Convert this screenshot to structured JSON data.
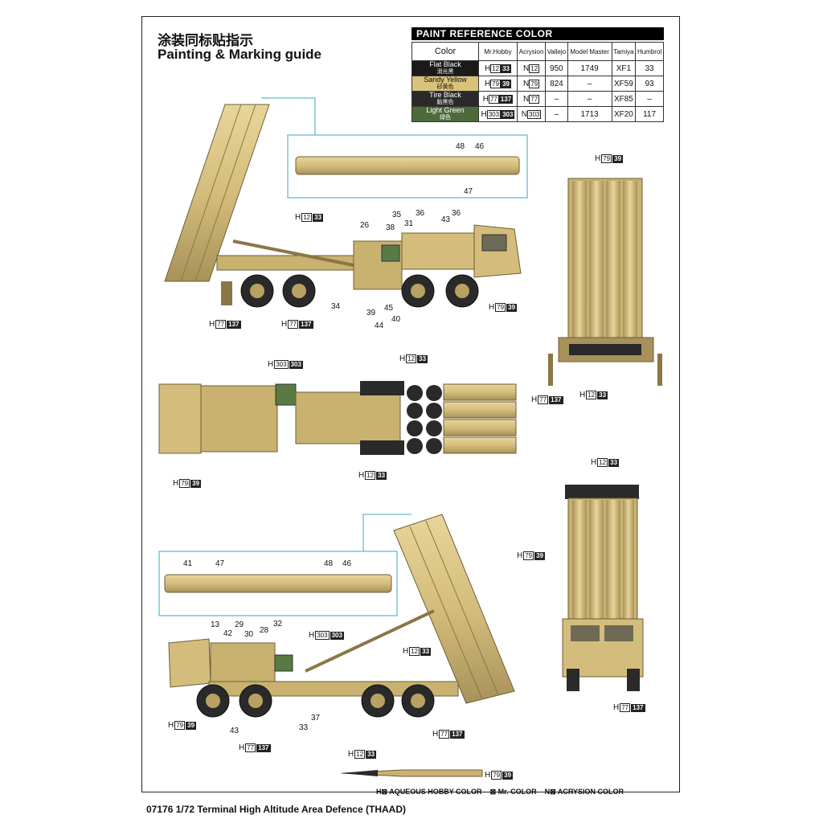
{
  "header": {
    "title_cn": "涂装同标贴指示",
    "title_en": "Painting & Marking guide"
  },
  "paint_reference": {
    "heading": "PAINT  REFERENCE COLOR",
    "columns": [
      "Color",
      "Mr.Hobby",
      "Acrysion",
      "Vallejo",
      "Model Master",
      "Tamiya",
      "Humbrol"
    ],
    "rows": [
      {
        "name": "Flat Black",
        "name_cn": "消光黑",
        "swatch": "#1a1a1a",
        "text_color": "#ffffff",
        "mrhobby_h": "12",
        "mrhobby_c": "33",
        "acrysion": "12",
        "vallejo": "950",
        "model_master": "1749",
        "tamiya": "XF1",
        "humbrol": "33"
      },
      {
        "name": "Sandy Yellow",
        "name_cn": "砂黄色",
        "swatch": "#d9c27a",
        "text_color": "#111111",
        "mrhobby_h": "79",
        "mrhobby_c": "39",
        "acrysion": "79",
        "vallejo": "824",
        "model_master": "–",
        "tamiya": "XF59",
        "humbrol": "93"
      },
      {
        "name": "Tire Black",
        "name_cn": "胎黑色",
        "swatch": "#2a2a2a",
        "text_color": "#ffffff",
        "mrhobby_h": "77",
        "mrhobby_c": "137",
        "acrysion": "77",
        "vallejo": "–",
        "model_master": "–",
        "tamiya": "XF85",
        "humbrol": "–"
      },
      {
        "name": "Light Green",
        "name_cn": "绿色",
        "swatch": "#4d6b3a",
        "text_color": "#ffffff",
        "mrhobby_h": "303",
        "mrhobby_c": "303",
        "acrysion": "303",
        "vallejo": "–",
        "model_master": "1713",
        "tamiya": "XF20",
        "humbrol": "117"
      }
    ]
  },
  "callouts": {
    "top_side": [
      "48",
      "46",
      "47",
      "35",
      "36",
      "31",
      "43",
      "36",
      "26",
      "38",
      "39",
      "45",
      "44",
      "40",
      "34"
    ],
    "bottom_side": [
      "41",
      "47",
      "48",
      "46",
      "13",
      "29",
      "42",
      "30",
      "28",
      "32",
      "43",
      "33",
      "37"
    ]
  },
  "color_codes": {
    "h12_33": {
      "h": "12",
      "c": "33"
    },
    "h79_39": {
      "h": "79",
      "c": "39"
    },
    "h77_137": {
      "h": "77",
      "c": "137"
    },
    "h303_303": {
      "h": "303",
      "c": "303"
    }
  },
  "legend": {
    "aqueous": "H⊠ AQUEOUS HOBBY COLOR",
    "mr": "⊠ Mr. COLOR",
    "acrysion": "N⊠ ACRYSION COLOR"
  },
  "footer": "07176 1/72  Terminal High Altitude Area Defence (THAAD)",
  "colors": {
    "sand": "#d4bd7c",
    "sand_dark": "#a8925a",
    "tire": "#2a2a2a",
    "green": "#5a7a45",
    "callout_blue": "#3aa6c9"
  }
}
